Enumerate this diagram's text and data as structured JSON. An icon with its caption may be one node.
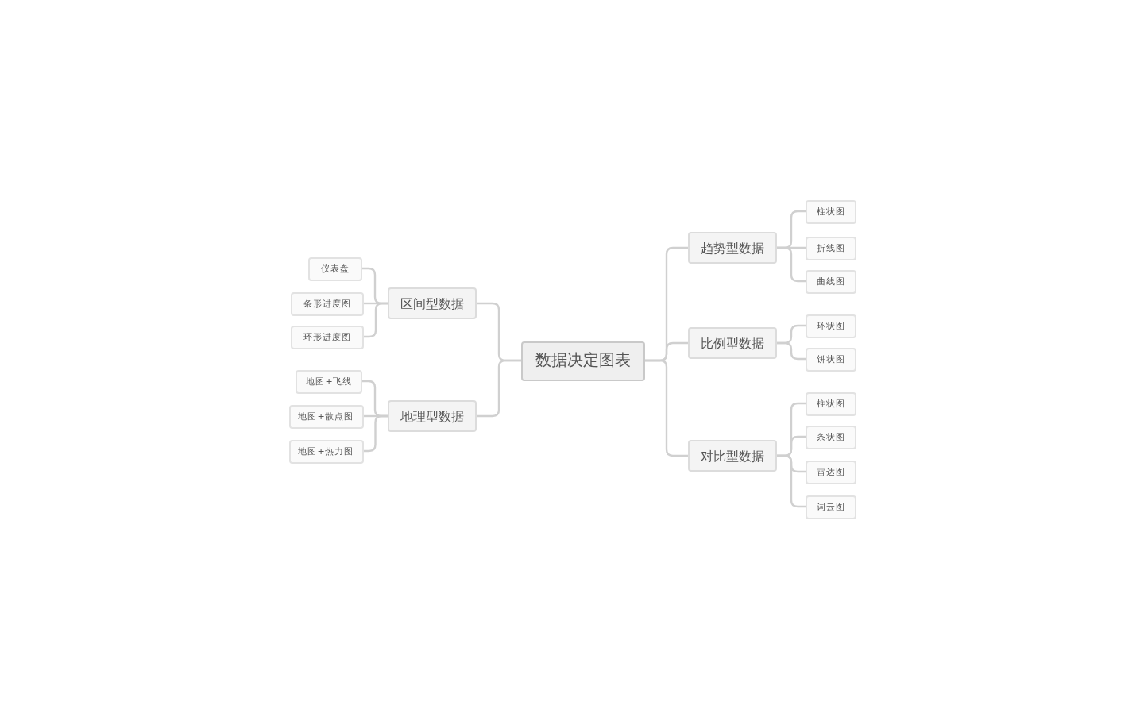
{
  "diagram": {
    "nodes": [
      {
        "text": [
          "数据决定图表"
        ]
      },
      {
        "text": [
          "区间型数据"
        ]
      },
      {
        "text": [
          "仪表盘"
        ]
      },
      {
        "text": [
          "条形进度图"
        ]
      },
      {
        "text": [
          "环形进度图"
        ]
      },
      {
        "text": [
          "地理型数据"
        ]
      },
      {
        "text": [
          "地图+飞线"
        ]
      },
      {
        "text": [
          "地图+散点图"
        ]
      },
      {
        "text": [
          "地图+热力图"
        ]
      },
      {
        "text": [
          "趋势型数据"
        ]
      },
      {
        "text": [
          "柱状图"
        ]
      },
      {
        "text": [
          "折线图"
        ]
      },
      {
        "text": [
          "曲线图"
        ]
      },
      {
        "text": [
          "比例型数据"
        ]
      },
      {
        "text": [
          "环状图"
        ]
      },
      {
        "text": [
          "饼状图"
        ]
      },
      {
        "text": [
          "对比型数据"
        ]
      },
      {
        "text": [
          "柱状图"
        ]
      },
      {
        "text": [
          "条状图"
        ]
      },
      {
        "text": [
          "雷达图"
        ]
      },
      {
        "text": [
          "词云图"
        ]
      }
    ],
    "edges": [
      {
        "from": 0,
        "to": 1,
        "arrow": "none"
      },
      {
        "from": 1,
        "to": 2,
        "arrow": "none"
      },
      {
        "from": 1,
        "to": 3,
        "arrow": "none"
      },
      {
        "from": 1,
        "to": 4,
        "arrow": "none"
      },
      {
        "from": 0,
        "to": 5,
        "arrow": "none"
      },
      {
        "from": 5,
        "to": 6,
        "arrow": "none"
      },
      {
        "from": 5,
        "to": 7,
        "arrow": "none"
      },
      {
        "from": 5,
        "to": 8,
        "arrow": "none"
      },
      {
        "from": 0,
        "to": 9,
        "arrow": "none"
      },
      {
        "from": 9,
        "to": 10,
        "arrow": "none"
      },
      {
        "from": 9,
        "to": 11,
        "arrow": "none"
      },
      {
        "from": 9,
        "to": 12,
        "arrow": "none"
      },
      {
        "from": 0,
        "to": 13,
        "arrow": "none"
      },
      {
        "from": 13,
        "to": 14,
        "arrow": "none"
      },
      {
        "from": 13,
        "to": 15,
        "arrow": "none"
      },
      {
        "from": 0,
        "to": 16,
        "arrow": "none"
      },
      {
        "from": 16,
        "to": 17,
        "arrow": "none"
      },
      {
        "from": 16,
        "to": 18,
        "arrow": "none"
      },
      {
        "from": 16,
        "to": 19,
        "arrow": "none"
      },
      {
        "from": 16,
        "to": 20,
        "arrow": "none"
      }
    ]
  }
}
